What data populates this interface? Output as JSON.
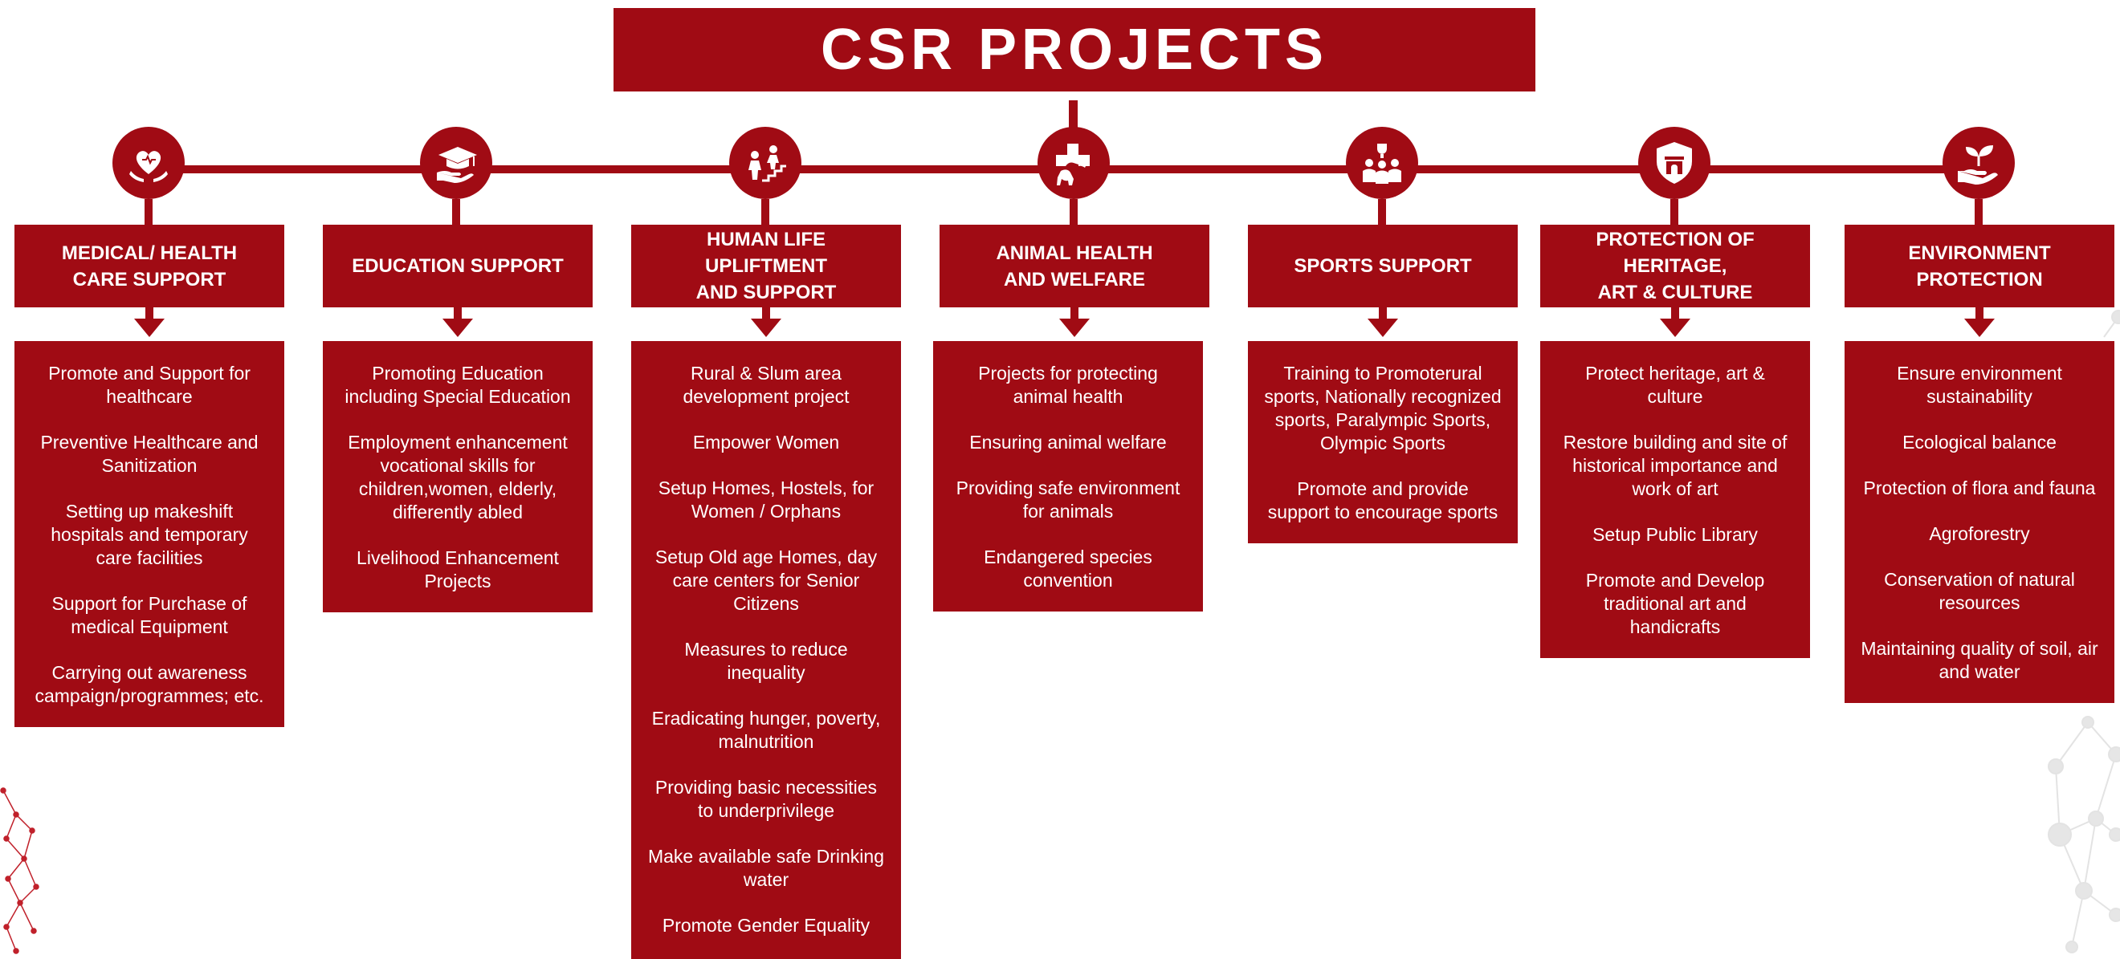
{
  "title": "CSR PROJECTS",
  "colors": {
    "primary": "#a00b14",
    "text": "#ffffff"
  },
  "categories": [
    {
      "icon": "heart-care-icon",
      "heading": "MEDICAL/ HEALTH\nCARE SUPPORT",
      "items": [
        "Promote and Support for healthcare",
        "Preventive Healthcare and Sanitization",
        "Setting up makeshift hospitals and temporary care facilities",
        "Support for Purchase of medical Equipment",
        "Carrying out awareness campaign/programmes; etc."
      ]
    },
    {
      "icon": "graduation-cap-icon",
      "heading": "EDUCATION SUPPORT",
      "items": [
        "Promoting Education including Special Education",
        "Employment enhancement vocational skills for children,women, elderly, differently abled",
        "Livelihood Enhancement Projects"
      ]
    },
    {
      "icon": "people-stairs-icon",
      "heading": "HUMAN LIFE\nUPLIFTMENT\nAND SUPPORT",
      "items": [
        "Rural & Slum area development project",
        "Empower Women",
        "Setup Homes, Hostels, for Women / Orphans",
        "Setup Old age Homes, day care centers for Senior Citizens",
        "Measures to reduce inequality",
        "Eradicating hunger, poverty, malnutrition",
        "Providing basic necessities to underprivilege",
        "Make available safe Drinking water",
        "Promote Gender Equality"
      ]
    },
    {
      "icon": "animal-cross-icon",
      "heading": "ANIMAL HEALTH\nAND WELFARE",
      "items": [
        "Projects for protecting animal health",
        "Ensuring animal welfare",
        "Providing safe environment for animals",
        "Endangered species convention"
      ]
    },
    {
      "icon": "athletes-trophy-icon",
      "heading": "SPORTS SUPPORT",
      "items": [
        "Training to Promoterural sports, Nationally recognized sports, Paralympic Sports, Olympic Sports",
        "Promote and provide support to encourage sports"
      ]
    },
    {
      "icon": "heritage-shield-icon",
      "heading": "PROTECTION OF\nHERITAGE,\nART & CULTURE",
      "items": [
        "Protect heritage, art & culture",
        "Restore building and site of historical importance and\nwork of art",
        "Setup Public Library",
        "Promote and Develop traditional art and handicrafts"
      ]
    },
    {
      "icon": "hand-plant-icon",
      "heading": "ENVIRONMENT\nPROTECTION",
      "items": [
        "Ensure environment sustainability",
        "Ecological balance",
        "Protection of flora and fauna",
        "Agroforestry",
        "Conservation of natural resources",
        "Maintaining quality of soil, air and water"
      ]
    }
  ]
}
